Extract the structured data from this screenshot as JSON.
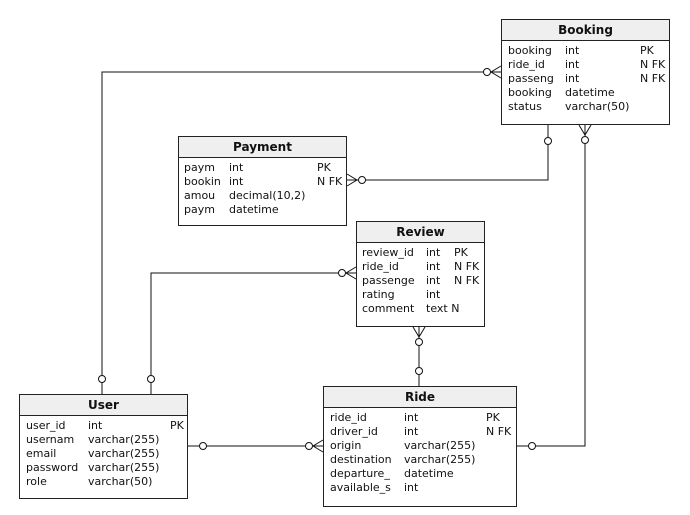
{
  "entities": {
    "booking": {
      "title": "Booking",
      "rows": [
        [
          "booking",
          "int",
          "PK"
        ],
        [
          "ride_id",
          "int",
          "N FK"
        ],
        [
          "passeng",
          "int",
          "N FK"
        ],
        [
          "booking",
          "datetime",
          ""
        ],
        [
          "status",
          "varchar(50)",
          ""
        ]
      ]
    },
    "payment": {
      "title": "Payment",
      "rows": [
        [
          "paym",
          "int",
          "PK"
        ],
        [
          "bookin",
          "int",
          "N FK"
        ],
        [
          "amou",
          "decimal(10,2)",
          ""
        ],
        [
          "paym",
          "datetime",
          ""
        ]
      ]
    },
    "review": {
      "title": "Review",
      "rows": [
        [
          "review_id",
          "int",
          "PK"
        ],
        [
          "ride_id",
          "int",
          "N FK"
        ],
        [
          "passenge",
          "int",
          "N FK"
        ],
        [
          "rating",
          "int",
          ""
        ],
        [
          "comment",
          "text N",
          ""
        ]
      ]
    },
    "user": {
      "title": "User",
      "rows": [
        [
          "user_id",
          "int",
          "PK"
        ],
        [
          "usernam",
          "varchar(255)",
          ""
        ],
        [
          "email",
          "varchar(255)",
          ""
        ],
        [
          "password",
          "varchar(255)",
          ""
        ],
        [
          "role",
          "varchar(50)",
          ""
        ]
      ]
    },
    "ride": {
      "title": "Ride",
      "rows": [
        [
          "ride_id",
          "int",
          "PK"
        ],
        [
          "driver_id",
          "int",
          "N FK"
        ],
        [
          "origin",
          "varchar(255)",
          ""
        ],
        [
          "destination",
          "varchar(255)",
          ""
        ],
        [
          "departure_",
          "datetime",
          ""
        ],
        [
          "available_s",
          "int",
          ""
        ]
      ]
    }
  },
  "relationships": [
    {
      "from": "user",
      "to": "booking",
      "from_end": "one",
      "to_end": "many"
    },
    {
      "from": "booking",
      "to": "payment",
      "from_end": "one",
      "to_end": "many"
    },
    {
      "from": "user",
      "to": "review",
      "from_end": "one",
      "to_end": "many"
    },
    {
      "from": "ride",
      "to": "review",
      "from_end": "one",
      "to_end": "many"
    },
    {
      "from": "user",
      "to": "ride",
      "from_end": "one",
      "to_end": "many"
    },
    {
      "from": "ride",
      "to": "booking",
      "from_end": "one",
      "to_end": "many"
    }
  ],
  "colors": {
    "line": "#111111",
    "header": "#efefef",
    "border": "#222222"
  }
}
